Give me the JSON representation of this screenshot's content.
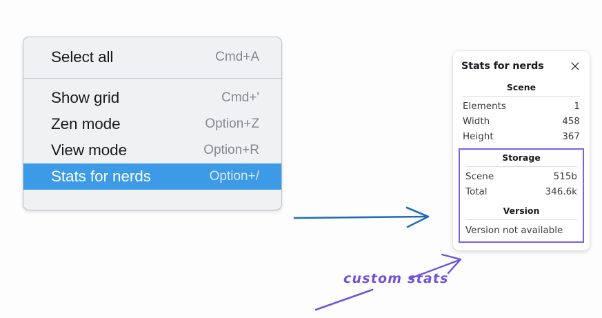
{
  "context_menu": {
    "groups": [
      {
        "name": "group-top",
        "items": [
          {
            "label": "Select all",
            "shortcut": "Cmd+A",
            "selected": false
          }
        ]
      },
      {
        "name": "group-bottom",
        "items": [
          {
            "label": "Show grid",
            "shortcut": "Cmd+'",
            "selected": false
          },
          {
            "label": "Zen mode",
            "shortcut": "Option+Z",
            "selected": false
          },
          {
            "label": "View mode",
            "shortcut": "Option+R",
            "selected": false
          },
          {
            "label": "Stats for nerds",
            "shortcut": "Option+/",
            "selected": true
          }
        ]
      }
    ]
  },
  "stats_panel": {
    "title": "Stats for nerds",
    "close_icon": "close-icon",
    "scene": {
      "heading": "Scene",
      "rows": [
        {
          "key": "Elements",
          "value": "1"
        },
        {
          "key": "Width",
          "value": "458"
        },
        {
          "key": "Height",
          "value": "367"
        }
      ]
    },
    "storage": {
      "heading": "Storage",
      "rows": [
        {
          "key": "Scene",
          "value": "515b"
        },
        {
          "key": "Total",
          "value": "346.6k"
        }
      ]
    },
    "version": {
      "heading": "Version",
      "text": "Version not available"
    }
  },
  "annotations": {
    "handwritten_note": "custom stats",
    "blue_arrow": "arrow-right-icon",
    "purple_arrow": "arrow-up-right-icon",
    "purple_underline": "underline-stroke-icon"
  },
  "colors": {
    "menu_background": "#eff1f3",
    "menu_border": "#b9c0c7",
    "selection_blue": "#3d9ae6",
    "shortcut_gray": "#86898d",
    "panel_background": "#ffffff",
    "highlight_purple": "#7d5fe3",
    "annotation_purple": "#6f52d9",
    "annotation_blue": "#1f6eb5",
    "page_background": "#fdfdfd"
  }
}
